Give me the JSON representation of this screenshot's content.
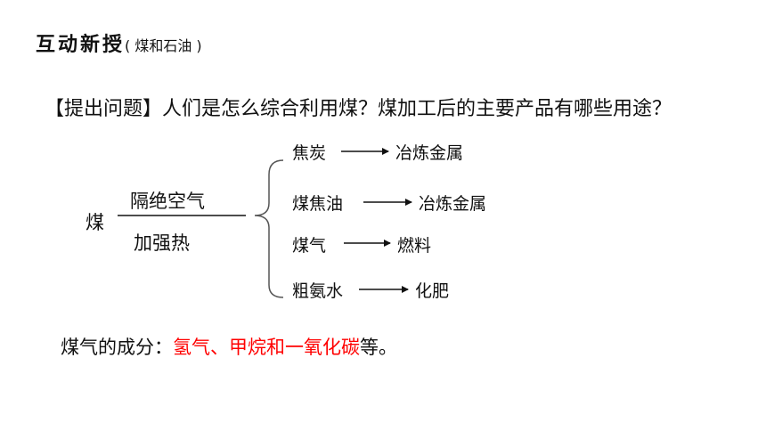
{
  "header": {
    "title": "互动新授",
    "subtitle": "( 煤和石油 )"
  },
  "question": {
    "text": "【提出问题】人们是怎么综合利用煤？煤加工后的主要产品有哪些用途？"
  },
  "diagram": {
    "source": "煤",
    "condition_top": "隔绝空气",
    "condition_bottom": "加强热",
    "products": [
      {
        "name": "焦炭",
        "use": "冶炼金属"
      },
      {
        "name": "煤焦油",
        "use": "冶炼金属"
      },
      {
        "name": "煤气",
        "use": "燃料"
      },
      {
        "name": "粗氨水",
        "use": "化肥"
      }
    ]
  },
  "composition": {
    "prefix": "煤气的成分：",
    "highlight": "氢气、甲烷和一氧化碳",
    "suffix": "等。",
    "highlight_color": "#ff0000"
  }
}
